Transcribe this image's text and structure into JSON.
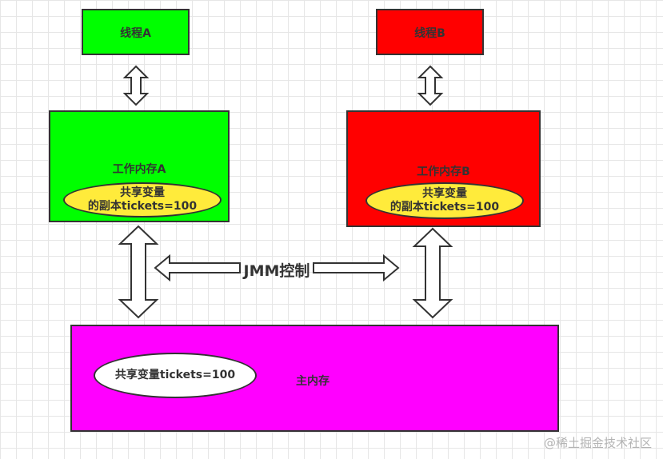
{
  "colors": {
    "green": "#00ff00",
    "red": "#ff0000",
    "yellow": "#ffeb3b",
    "magenta": "#ff00ff",
    "white": "#ffffff",
    "stroke": "#333333"
  },
  "thread_a": {
    "label": "线程A"
  },
  "thread_b": {
    "label": "线程B"
  },
  "work_memory_a": {
    "label": "工作内存A",
    "copy_line1": "共享变量",
    "copy_line2": "的副本tickets=100"
  },
  "work_memory_b": {
    "label": "工作内存B",
    "copy_line1": "共享变量",
    "copy_line2": "的副本tickets=100"
  },
  "jmm_control": {
    "label": "JMM控制"
  },
  "main_memory": {
    "label": "主内存",
    "shared_var": "共享变量tickets=100"
  },
  "watermark": "@稀土掘金技术社区"
}
